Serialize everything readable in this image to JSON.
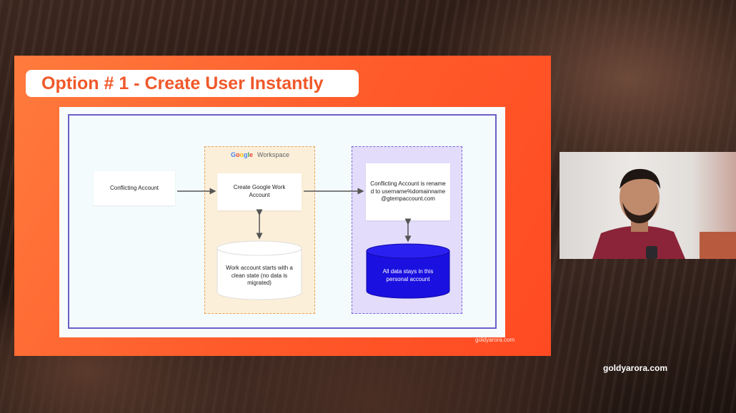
{
  "slide": {
    "title": "Option # 1 - Create User Instantly",
    "watermark": "goldyarora.com"
  },
  "diagram": {
    "conflicting_account": "Conflicting Account",
    "google_workspace_logo": {
      "google": [
        "G",
        "o",
        "o",
        "g",
        "l",
        "e"
      ],
      "workspace": "Workspace"
    },
    "create_work_account": "Create Google Work Account",
    "work_account_state": "Work account starts with a clean state (no data is migrated)",
    "renamed_account": "Conflicting Account is renamed to username%domainname@gtempaccount.com",
    "data_stays": "All data stays in this personal account"
  },
  "page_watermark": "goldyarora.com",
  "colors": {
    "slide_orange": "#ff5a2a",
    "title_text": "#f0582a",
    "frame_purple": "#6a5fc8",
    "workspace_fill": "#fcefd9",
    "workspace_border": "#e8a05a",
    "personal_fill": "#e3dcfb",
    "personal_border": "#7a68d8",
    "blue_cylinder": "#1a10e0"
  },
  "webcam": {
    "presenter": "presenter-video-feed"
  }
}
